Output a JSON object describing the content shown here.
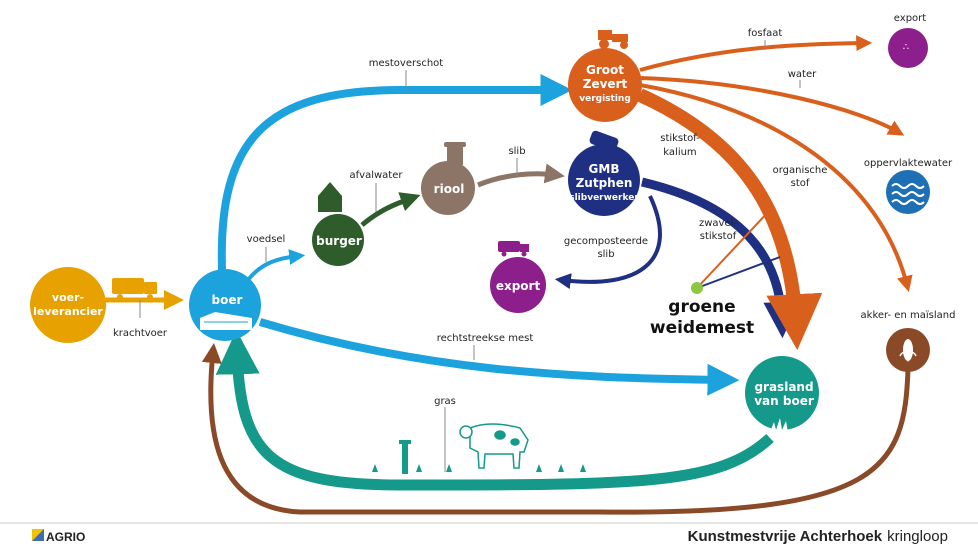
{
  "colors": {
    "blue": "#1ca3de",
    "orange": "#d9601c",
    "yellow": "#e7a100",
    "darkgreen": "#2e5d2b",
    "brown": "#8c7566",
    "navy": "#1f2f82",
    "teal": "#14998a",
    "purple": "#8c1f8c",
    "rust": "#8a4a28",
    "lime": "#8dc63f"
  },
  "icons": [
    "tanker-truck-icon",
    "barn-icon",
    "house-icon",
    "manhole-icon",
    "tractor-icon",
    "tanker-icon",
    "tanker-small-icon",
    "manure-icon",
    "water-waves-icon",
    "corn-icon",
    "grass-icon",
    "cow-icon",
    "post-icon",
    "grass-tufts-icon"
  ],
  "nodes": {
    "voerleverancier": [
      "voer-",
      "leverancier"
    ],
    "boer": "boer",
    "burger": "burger",
    "riool": "riool",
    "gmb": {
      "line1": "GMB",
      "line2": "Zutphen",
      "sub": "slibverwerker"
    },
    "export_mid": "export",
    "groot_zevert": {
      "line1": "Groot",
      "line2": "Zevert",
      "sub": "vergisting"
    },
    "export_top_label": "export",
    "oppervlaktewater_label": "oppervlaktewater",
    "akker_label": "akker- en maïsland",
    "grasland": [
      "grasland",
      "van boer"
    ]
  },
  "flows": {
    "krachtvoer": "krachtvoer",
    "voedsel": "voedsel",
    "afvalwater": "afvalwater",
    "slib": "slib",
    "mestoverschot": "mestoverschot",
    "fosfaat": "fosfaat",
    "water": "water",
    "stikstof_kalium": [
      "stikstof-",
      "kalium"
    ],
    "organische_stof": [
      "organische",
      "stof"
    ],
    "zwavel_stikstof": [
      "zwavel-",
      "stikstof"
    ],
    "gecomposteerde_slib": [
      "gecomposteerde",
      "slib"
    ],
    "rechtstreekse_mest": "rechtstreekse mest",
    "gras": "gras"
  },
  "callout": [
    "groene",
    "weidemest"
  ],
  "footer": {
    "logo": "AGRIO",
    "title_bold": "Kunstmestvrije Achterhoek",
    "title_light": "kringloop"
  }
}
